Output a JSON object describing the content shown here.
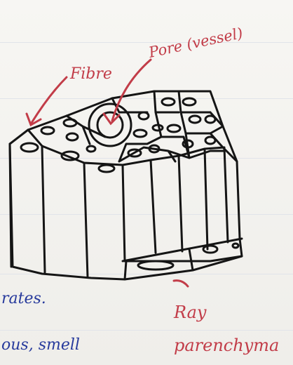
{
  "labels": {
    "fibre": "Fibre",
    "pore": "Pore (vessel)",
    "ray_line1": "Ray",
    "ray_line2": "parenchyma"
  },
  "note_fragments": {
    "line1": "rates.",
    "line2": "ous, smell"
  },
  "colors": {
    "label_ink": "#c23c48",
    "note_ink": "#273a9c",
    "drawing_ink": "#151515",
    "paper": "#f4f3f0"
  }
}
